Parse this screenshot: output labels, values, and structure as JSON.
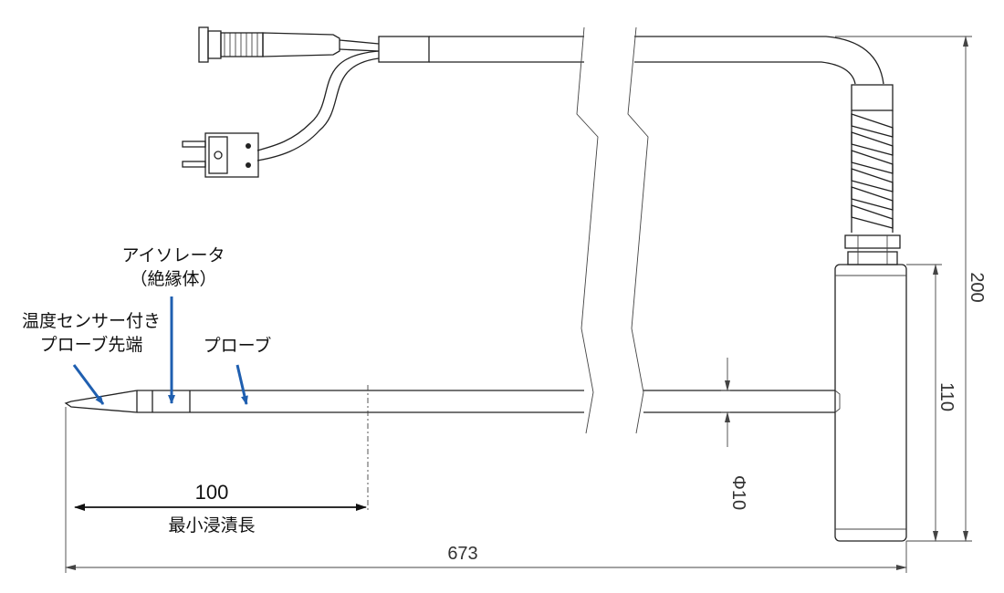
{
  "labels": {
    "insulator_line1": "アイソレータ",
    "insulator_line2": "（絶縁体）",
    "tip_line1": "温度センサー付き",
    "tip_line2": "プローブ先端",
    "probe": "プローブ",
    "min_immersion_value": "100",
    "min_immersion_label": "最小浸漬長"
  },
  "dimensions": {
    "total_length": "673",
    "total_height": "200",
    "handle_height": "110",
    "diameter": "Φ10"
  },
  "colors": {
    "callout": "#1f5fb0",
    "line": "#222222"
  }
}
